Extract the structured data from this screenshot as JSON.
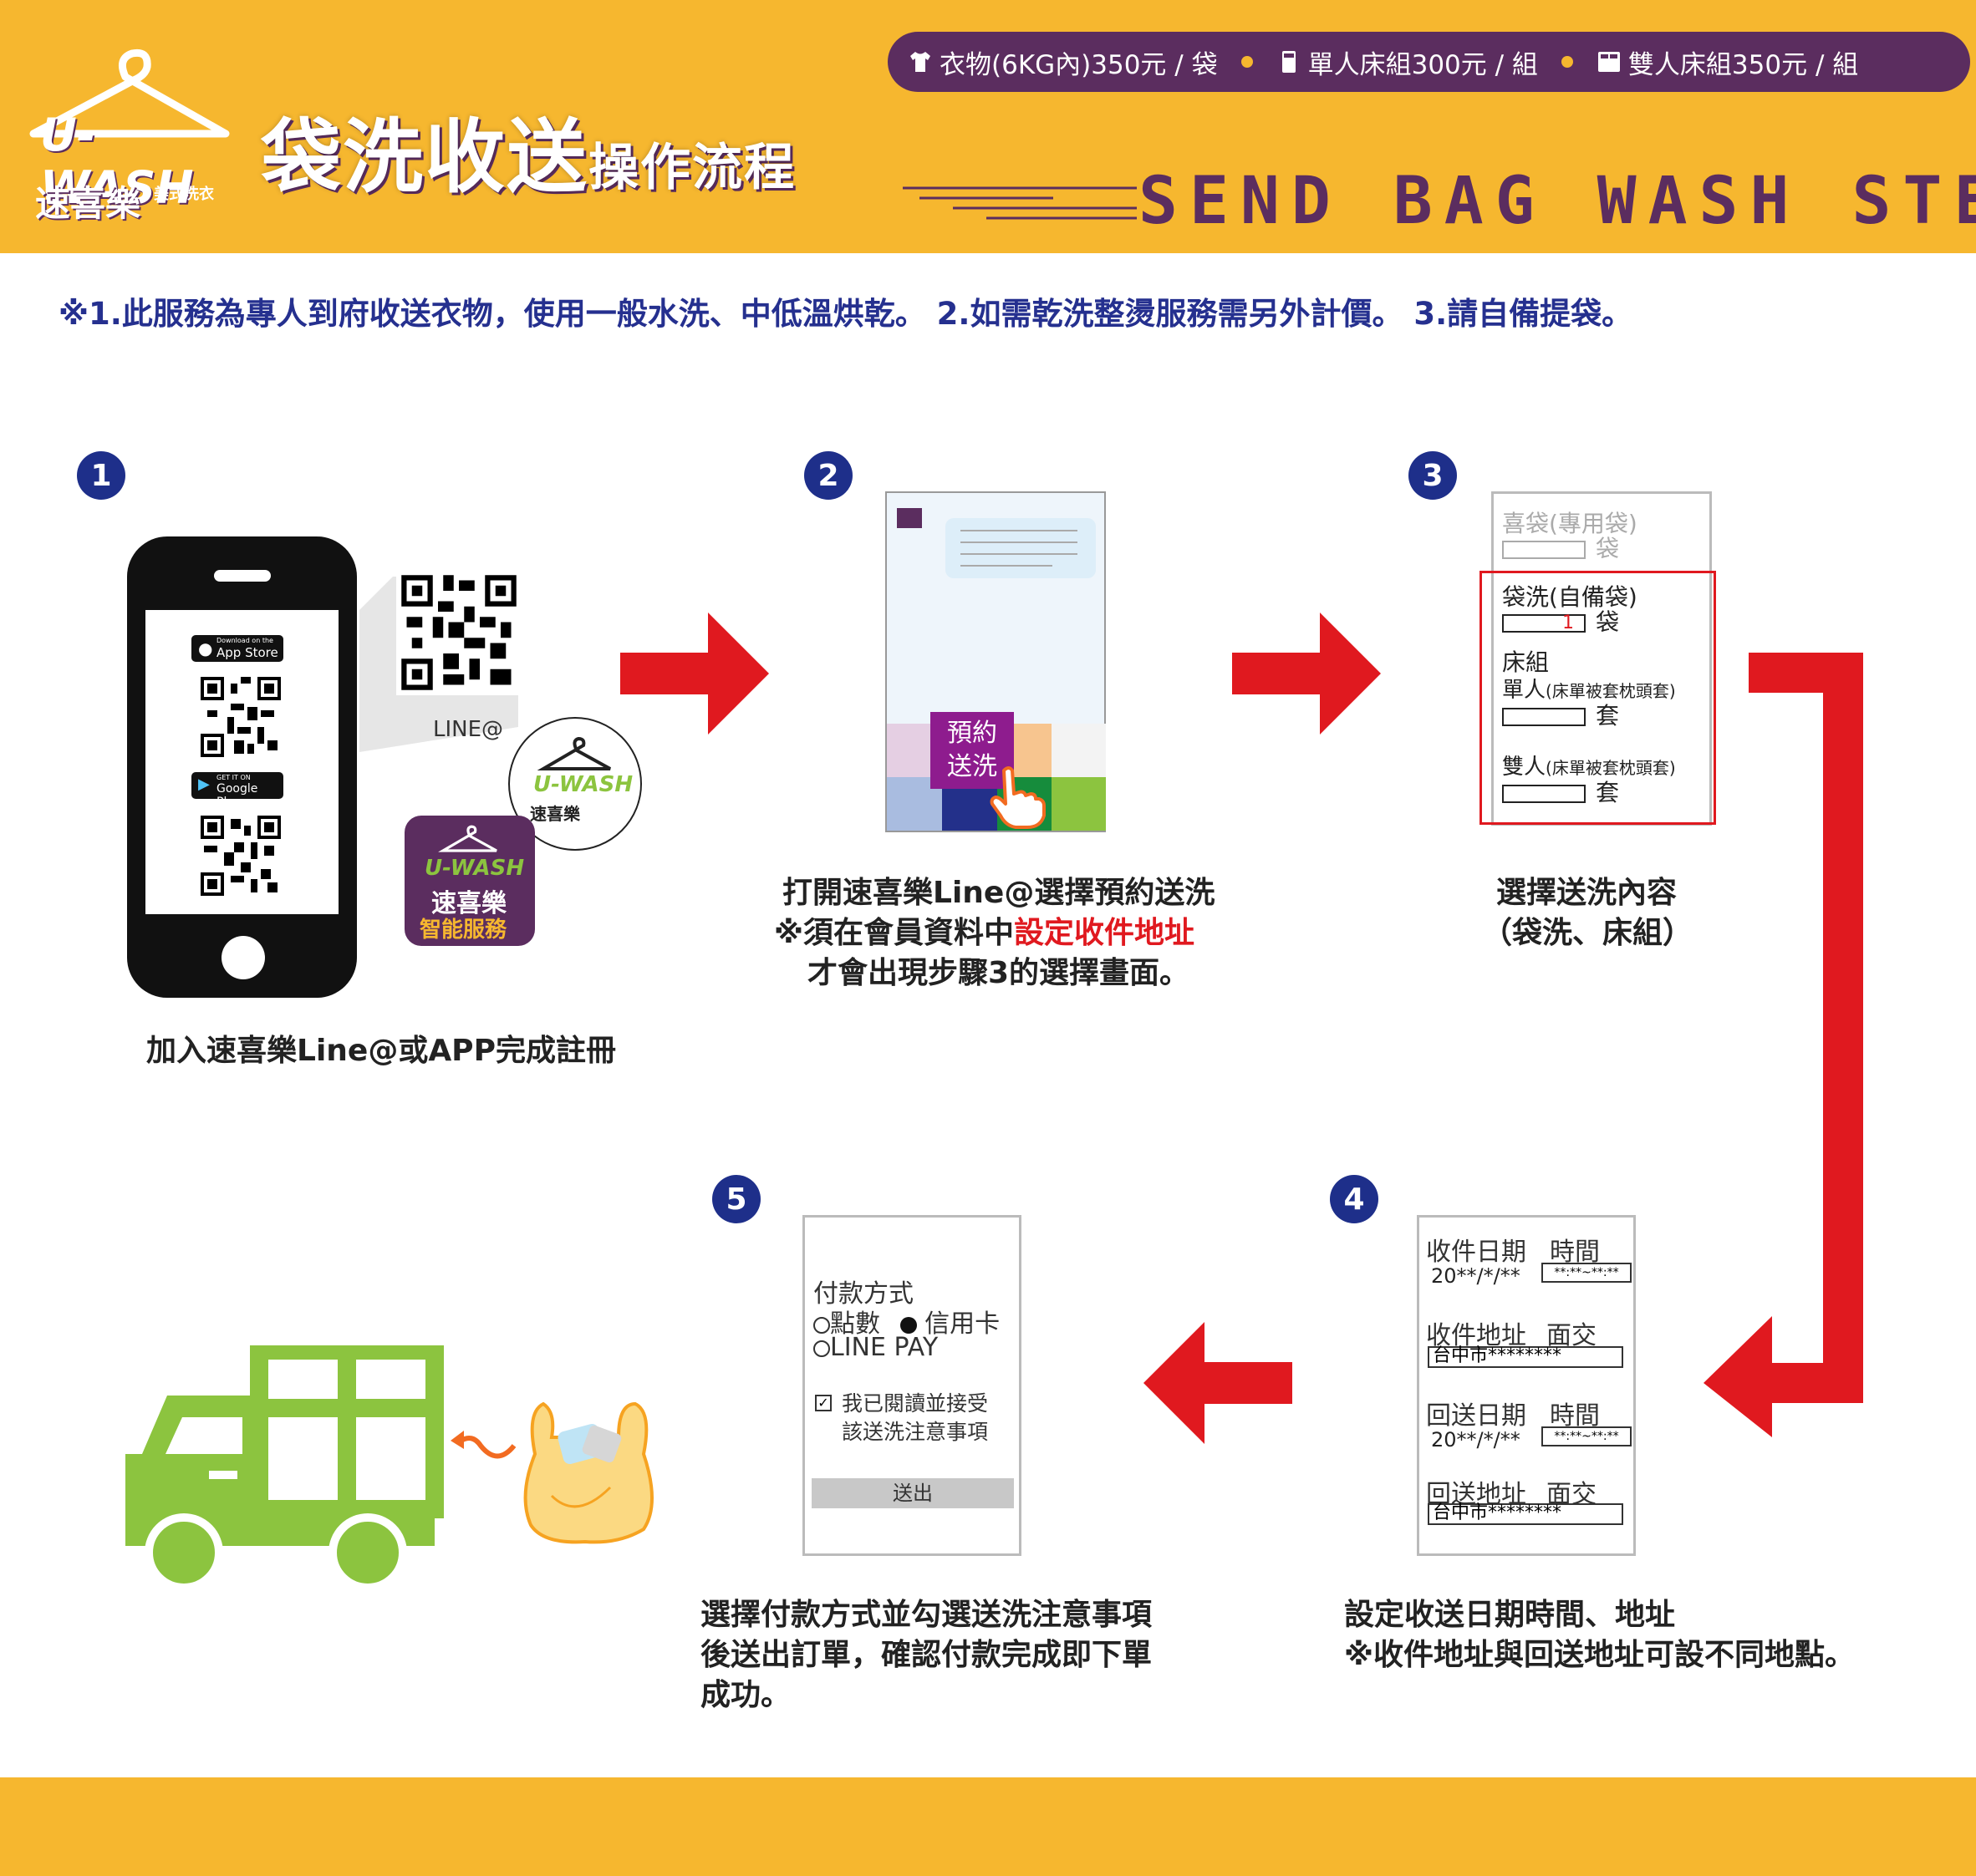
{
  "header": {
    "brand": {
      "name_en": "U-WASH",
      "name_zh": "速喜樂",
      "tagline": "美式洗衣"
    },
    "title_main": "袋洗收送",
    "title_sub": "操作流程",
    "title_en": "SEND BAG WASH STEP",
    "prices": [
      {
        "icon": "shirt-icon",
        "text": "衣物(6KG內)350元 / 袋"
      },
      {
        "icon": "single-bed-icon",
        "text": "單人床組300元 / 組"
      },
      {
        "icon": "double-bed-icon",
        "text": "雙人床組350元 / 組"
      }
    ]
  },
  "notice": "※1.此服務為專人到府收送衣物，使用一般水洗、中低溫烘乾。 2.如需乾洗整燙服務需另外計價。 3.請自備提袋。",
  "steps": {
    "s1": {
      "num": "1",
      "appstore_small": "Download on the",
      "appstore": "App Store",
      "googleplay_small": "GET IT ON",
      "googleplay": "Google Play",
      "line_label": "LINE@",
      "app_icon_line1": "U-WASH",
      "app_icon_line2": "速喜樂",
      "app_icon_line3": "智能服務",
      "caption": "加入速喜樂Line@或APP完成註冊"
    },
    "s2": {
      "num": "2",
      "button": [
        "預約",
        "送洗"
      ],
      "caption_l1": "打開速喜樂Line@選擇預約送洗",
      "caption_l2_pre": "※須在會員資料中",
      "caption_l2_red": "設定收件地址",
      "caption_l3": "才會出現步驟3的選擇畫面。"
    },
    "s3": {
      "num": "3",
      "bag_label": "喜袋(專用袋)",
      "bag_unit": "袋",
      "wash_label": "袋洗(自備袋)",
      "wash_value": "1",
      "wash_unit": "袋",
      "bed_label": "床組",
      "single_label": "單人",
      "single_note": "(床單被套枕頭套)",
      "single_unit": "套",
      "double_label": "雙人",
      "double_note": "(床單被套枕頭套)",
      "double_unit": "套",
      "caption_l1": "選擇送洗內容",
      "caption_l2": "（袋洗、床組）"
    },
    "s4": {
      "num": "4",
      "pickup_date_label": "收件日期",
      "time_label": "時間",
      "pickup_date": "20**/*/**",
      "pickup_time": "**:**~**:**",
      "pickup_addr_label": "收件地址",
      "handover_label": "面交",
      "pickup_addr": "台中市********",
      "return_date_label": "回送日期",
      "time_label2": "時間",
      "return_date": "20**/*/**",
      "return_time": "**:**~**:**",
      "return_addr_label": "回送地址",
      "handover_label2": "面交",
      "return_addr": "台中市********",
      "caption_l1": "設定收送日期時間、地址",
      "caption_l2": "※收件地址與回送地址可設不同地點。"
    },
    "s5": {
      "num": "5",
      "pay_label": "付款方式",
      "opt_points": "點數",
      "opt_card": "信用卡",
      "opt_linepay": "LINE PAY",
      "agree_l1": "我已閱讀並接受",
      "agree_l2": "該送洗注意事項",
      "submit": "送出",
      "caption_l1": "選擇付款方式並勾選送洗注意事項",
      "caption_l2": "後送出訂單，確認付款完成即下單",
      "caption_l3": "成功。"
    }
  },
  "colors": {
    "header_bg": "#f6b72f",
    "price_bar": "#5b2d5f",
    "step_badge": "#1e2f8a",
    "arrow_red": "#e0191f",
    "truck_green": "#8cc43f",
    "notice_text": "#25308f"
  }
}
